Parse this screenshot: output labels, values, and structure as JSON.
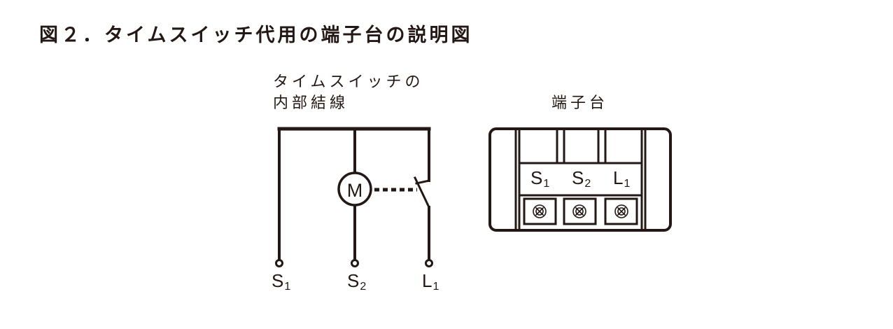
{
  "figure": {
    "title": "図２．タイムスイッチ代用の端子台の説明図"
  },
  "switch_diagram": {
    "label_line1": "タイムスイッチの",
    "label_line2": "内部結線",
    "motor_symbol": "M",
    "terminals": [
      {
        "letter": "S",
        "sub": "1"
      },
      {
        "letter": "S",
        "sub": "2"
      },
      {
        "letter": "L",
        "sub": "1"
      }
    ]
  },
  "terminal_block": {
    "label": "端子台",
    "terminals": [
      {
        "letter": "S",
        "sub": "1"
      },
      {
        "letter": "S",
        "sub": "2"
      },
      {
        "letter": "L",
        "sub": "1"
      }
    ]
  }
}
